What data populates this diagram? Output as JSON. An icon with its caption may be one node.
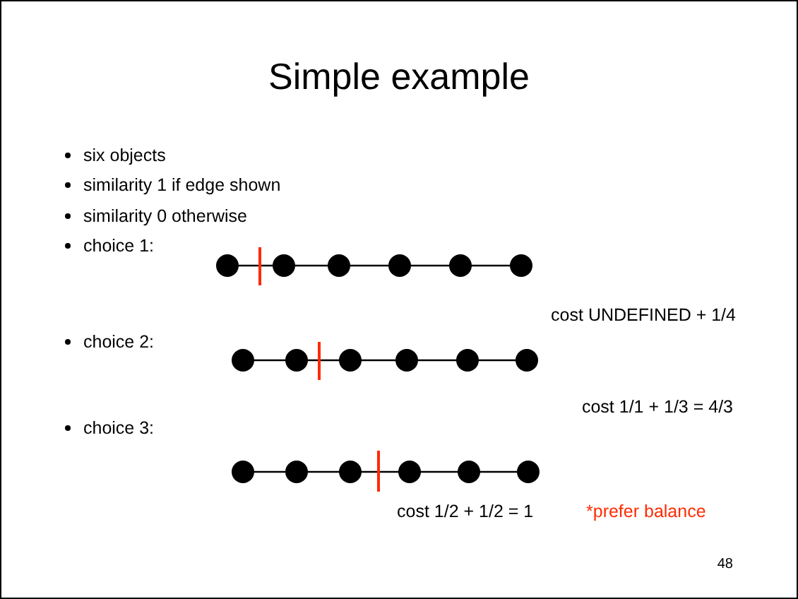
{
  "diagram": {
    "title": "Simple example",
    "nodes": [
      {
        "text": [],
        "shape": "circle"
      },
      {
        "text": [],
        "shape": "circle"
      },
      {
        "text": [],
        "shape": "circle"
      },
      {
        "text": [],
        "shape": "circle"
      },
      {
        "text": [],
        "shape": "circle"
      },
      {
        "text": [],
        "shape": "circle"
      },
      {
        "text": [],
        "shape": "circle"
      },
      {
        "text": [],
        "shape": "circle"
      },
      {
        "text": [],
        "shape": "circle"
      },
      {
        "text": [],
        "shape": "circle"
      },
      {
        "text": [],
        "shape": "circle"
      },
      {
        "text": [],
        "shape": "circle"
      },
      {
        "text": [],
        "shape": "circle"
      },
      {
        "text": [],
        "shape": "circle"
      },
      {
        "text": [],
        "shape": "circle"
      },
      {
        "text": [],
        "shape": "circle"
      },
      {
        "text": [],
        "shape": "circle"
      },
      {
        "text": [],
        "shape": "circle"
      }
    ],
    "edges": [
      {
        "from": 0,
        "to": 1,
        "arrow": "none"
      },
      {
        "from": 1,
        "to": 2,
        "arrow": "none"
      },
      {
        "from": 2,
        "to": 3,
        "arrow": "none"
      },
      {
        "from": 3,
        "to": 4,
        "arrow": "none"
      },
      {
        "from": 4,
        "to": 5,
        "arrow": "none"
      },
      {
        "from": 6,
        "to": 7,
        "arrow": "none"
      },
      {
        "from": 7,
        "to": 8,
        "arrow": "none"
      },
      {
        "from": 8,
        "to": 9,
        "arrow": "none"
      },
      {
        "from": 9,
        "to": 10,
        "arrow": "none"
      },
      {
        "from": 10,
        "to": 11,
        "arrow": "none"
      },
      {
        "from": 12,
        "to": 13,
        "arrow": "none"
      },
      {
        "from": 13,
        "to": 14,
        "arrow": "none"
      },
      {
        "from": 14,
        "to": 15,
        "arrow": "none"
      },
      {
        "from": 15,
        "to": 16,
        "arrow": "none"
      },
      {
        "from": 16,
        "to": 17,
        "arrow": "none"
      }
    ],
    "labels": [
      "six objects",
      "similarity 1 if edge shown",
      "similarity 0 otherwise",
      "choice 1:",
      "cost UNDEFINED + 1/4",
      "choice 2:",
      "cost 1/1 + 1/3 = 4/3",
      "choice 3:",
      "cost 1/2 + 1/2 = 1",
      "*prefer balance",
      "48"
    ]
  }
}
